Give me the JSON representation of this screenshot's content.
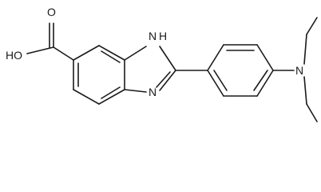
{
  "molecule": {
    "labels": {
      "carboxyl_oh": "HO",
      "carboxyl_o": "O",
      "nh": "H",
      "nh_n": "N",
      "imine_n": "N",
      "amine_n": "N"
    }
  }
}
